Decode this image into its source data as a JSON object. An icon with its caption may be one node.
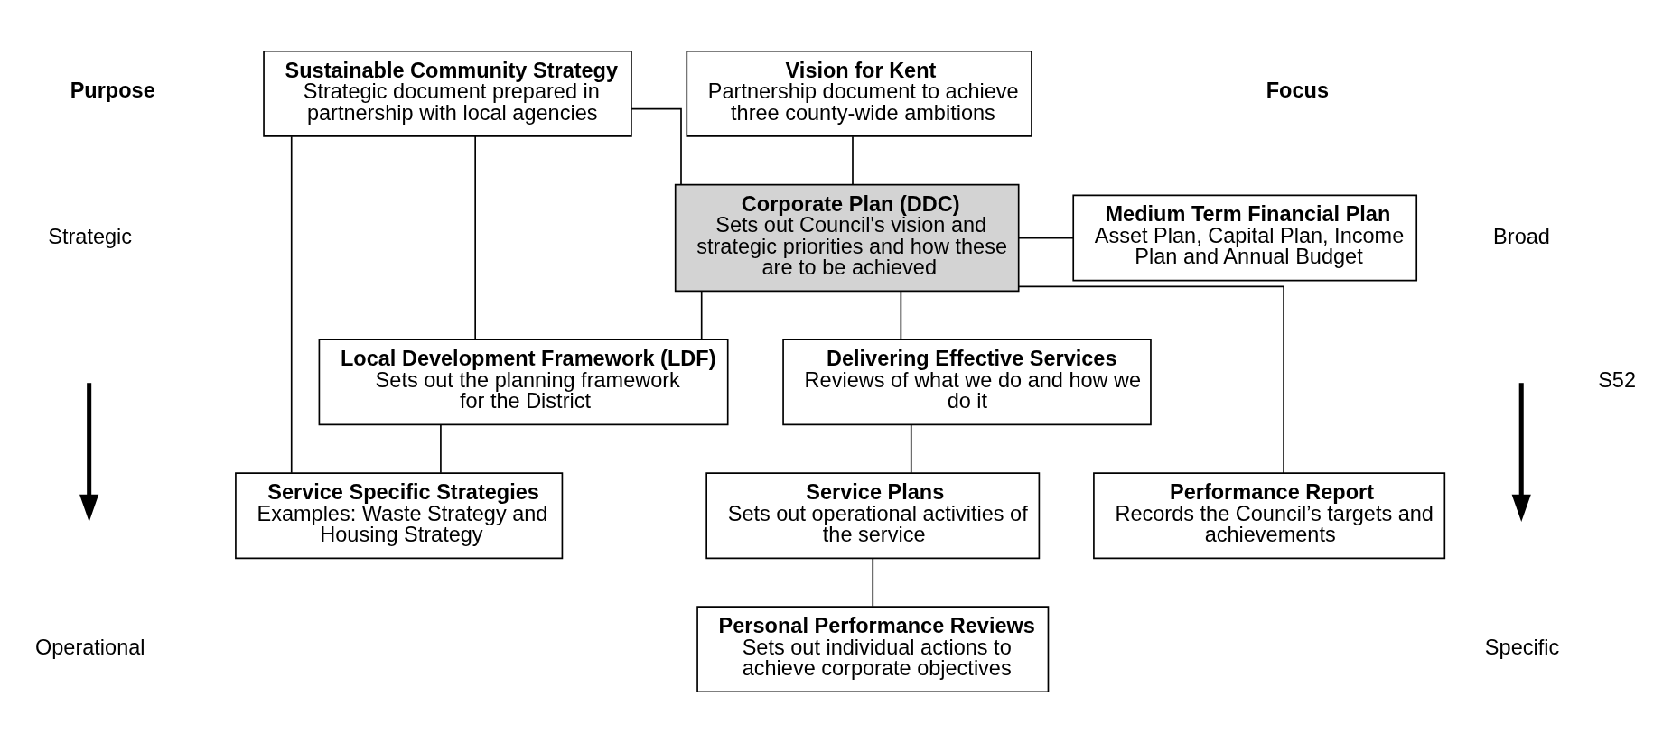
{
  "diagram": {
    "nodes": [
      {
        "text": [
          "Sustainable Community Strategy",
          "Strategic document prepared in partnership with local agencies"
        ]
      },
      {
        "text": [
          "Vision for Kent",
          "Partnership document to achieve three county-wide ambitions"
        ]
      },
      {
        "text": [
          "Corporate Plan (DDC)",
          "Sets out Council's vision and strategic priorities and how these are to be achieved"
        ]
      },
      {
        "text": [
          "Medium Term Financial Plan",
          "Asset Plan, Capital Plan, Income Plan and Annual Budget"
        ]
      },
      {
        "text": [
          "Local Development Framework (LDF)",
          "Sets out the planning framework for the District"
        ]
      },
      {
        "text": [
          "Delivering Effective Services",
          "Reviews of what we do and how we do it"
        ]
      },
      {
        "text": [
          "Service Specific Strategies",
          "Examples: Waste Strategy and Housing Strategy"
        ]
      },
      {
        "text": [
          "Service Plans",
          "Sets out operational activities of the service"
        ]
      },
      {
        "text": [
          "Performance Report",
          "Records the Council’s targets and achievements"
        ]
      },
      {
        "text": [
          "Personal Performance Reviews",
          "Sets out individual actions to achieve corporate objectives"
        ]
      }
    ],
    "edges": [
      {
        "from": 0,
        "to": 2,
        "arrow": "none"
      },
      {
        "from": 1,
        "to": 2,
        "arrow": "none"
      },
      {
        "from": 2,
        "to": 3,
        "arrow": "none"
      },
      {
        "from": 2,
        "to": 4,
        "arrow": "none"
      },
      {
        "from": 2,
        "to": 5,
        "arrow": "none"
      },
      {
        "from": 2,
        "to": 8,
        "arrow": "none"
      },
      {
        "from": 0,
        "to": 4,
        "arrow": "none"
      },
      {
        "from": 0,
        "to": 6,
        "arrow": "none"
      },
      {
        "from": 4,
        "to": 6,
        "arrow": "none"
      },
      {
        "from": 5,
        "to": 7,
        "arrow": "none"
      },
      {
        "from": 7,
        "to": 9,
        "arrow": "none"
      }
    ],
    "labels": [
      "Purpose",
      "Strategic",
      "Focus",
      "Broad",
      "S52",
      "Operational",
      "Specific"
    ]
  }
}
